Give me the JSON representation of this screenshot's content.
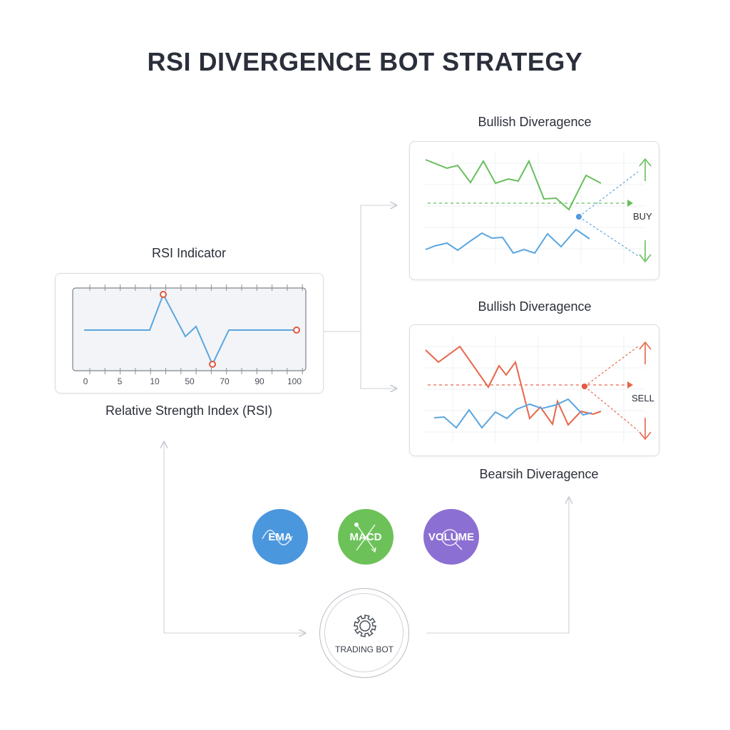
{
  "title": "RSI DIVERGENCE BOT STRATEGY",
  "rsi": {
    "label": "RSI Indicator",
    "caption": "Relative Strength Index (RSI)",
    "ticks": [
      "0",
      "5",
      "10",
      "50",
      "70",
      "90",
      "100"
    ],
    "line_color": "#5aa6e0",
    "marker_color": "#e2553f"
  },
  "bullish_panel": {
    "label": "Bullish Diveragence",
    "signal": "BUY",
    "price_color": "#67bf5c",
    "rsi_color": "#5aa6e0"
  },
  "bearish_panel": {
    "top_label": "Bullish Diveragence",
    "bottom_label": "Bearsih Diveragence",
    "signal": "SELL",
    "price_color": "#e8664a",
    "rsi_color": "#5aa6e0"
  },
  "indicators": [
    {
      "label": "EMA",
      "color": "#4b97de",
      "icon": "wave-icon"
    },
    {
      "label": "MACD",
      "color": "#6cc259",
      "icon": "cross-arrows-icon"
    },
    {
      "label": "VOLUME",
      "color": "#8c6fd3",
      "icon": "magnifier-icon"
    }
  ],
  "bot": {
    "label": "TRADING BOT",
    "icon": "gear-icon"
  }
}
